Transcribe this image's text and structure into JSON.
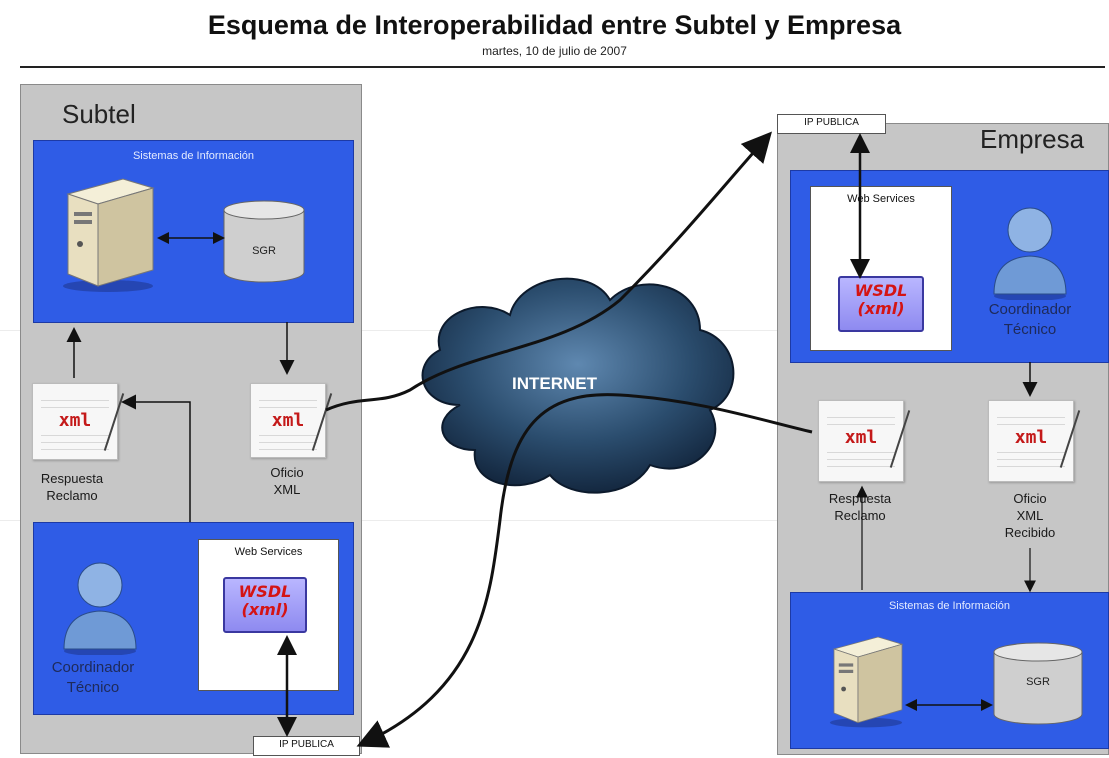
{
  "title": "Esquema de Interoperabilidad entre Subtel y Empresa",
  "date": "martes, 10 de julio de 2007",
  "subtel": {
    "name": "Subtel",
    "sistemas_title": "Sistemas de Información",
    "sgr": "SGR",
    "xml_tag": "xml",
    "respuesta_label": "Respuesta\nReclamo",
    "oficio_label": "Oficio\nXML",
    "web_services": "Web Services",
    "wsdl": "WSDL\n(xml)",
    "coordinador": "Coordinador\nTécnico",
    "ip": "IP PUBLICA"
  },
  "empresa": {
    "name": "Empresa",
    "ip": "IP PUBLICA",
    "web_services": "Web Services",
    "wsdl": "WSDL\n(xml)",
    "coordinador": "Coordinador\nTécnico",
    "xml_tag": "xml",
    "respuesta_label": "Respuesta\nReclamo",
    "oficio_label": "Oficio\nXML\nRecibido",
    "sistemas_title": "Sistemas de Información",
    "sgr": "SGR"
  },
  "internet": "INTERNET",
  "colors": {
    "panel": "#c6c6c6",
    "blue": "#2f5ce6",
    "cloud": "#2b4d6e",
    "accent_red": "#c41a1a"
  }
}
